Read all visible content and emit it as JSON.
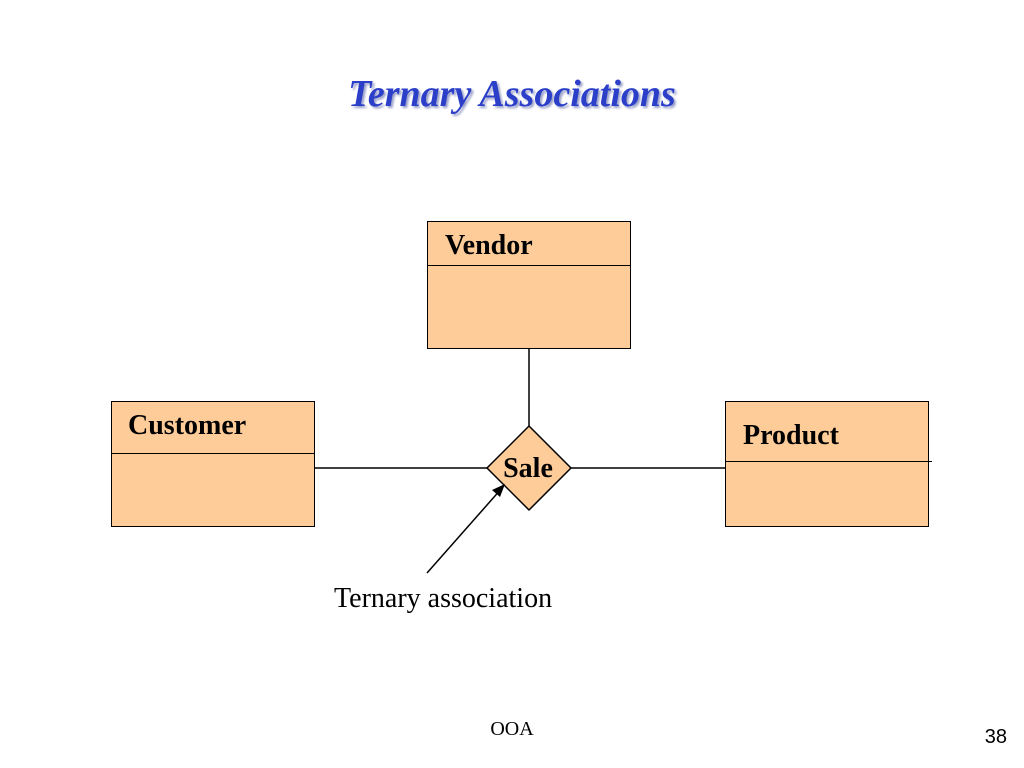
{
  "slide": {
    "title": "Ternary Associations",
    "footer": "OOA",
    "page_number": "38"
  },
  "diagram": {
    "classes": {
      "vendor": "Vendor",
      "customer": "Customer",
      "product": "Product"
    },
    "association": {
      "name": "Sale",
      "caption": "Ternary association"
    }
  },
  "colors": {
    "title": "#2b3fc9",
    "box_fill": "#fdcc99",
    "line": "#000000"
  }
}
